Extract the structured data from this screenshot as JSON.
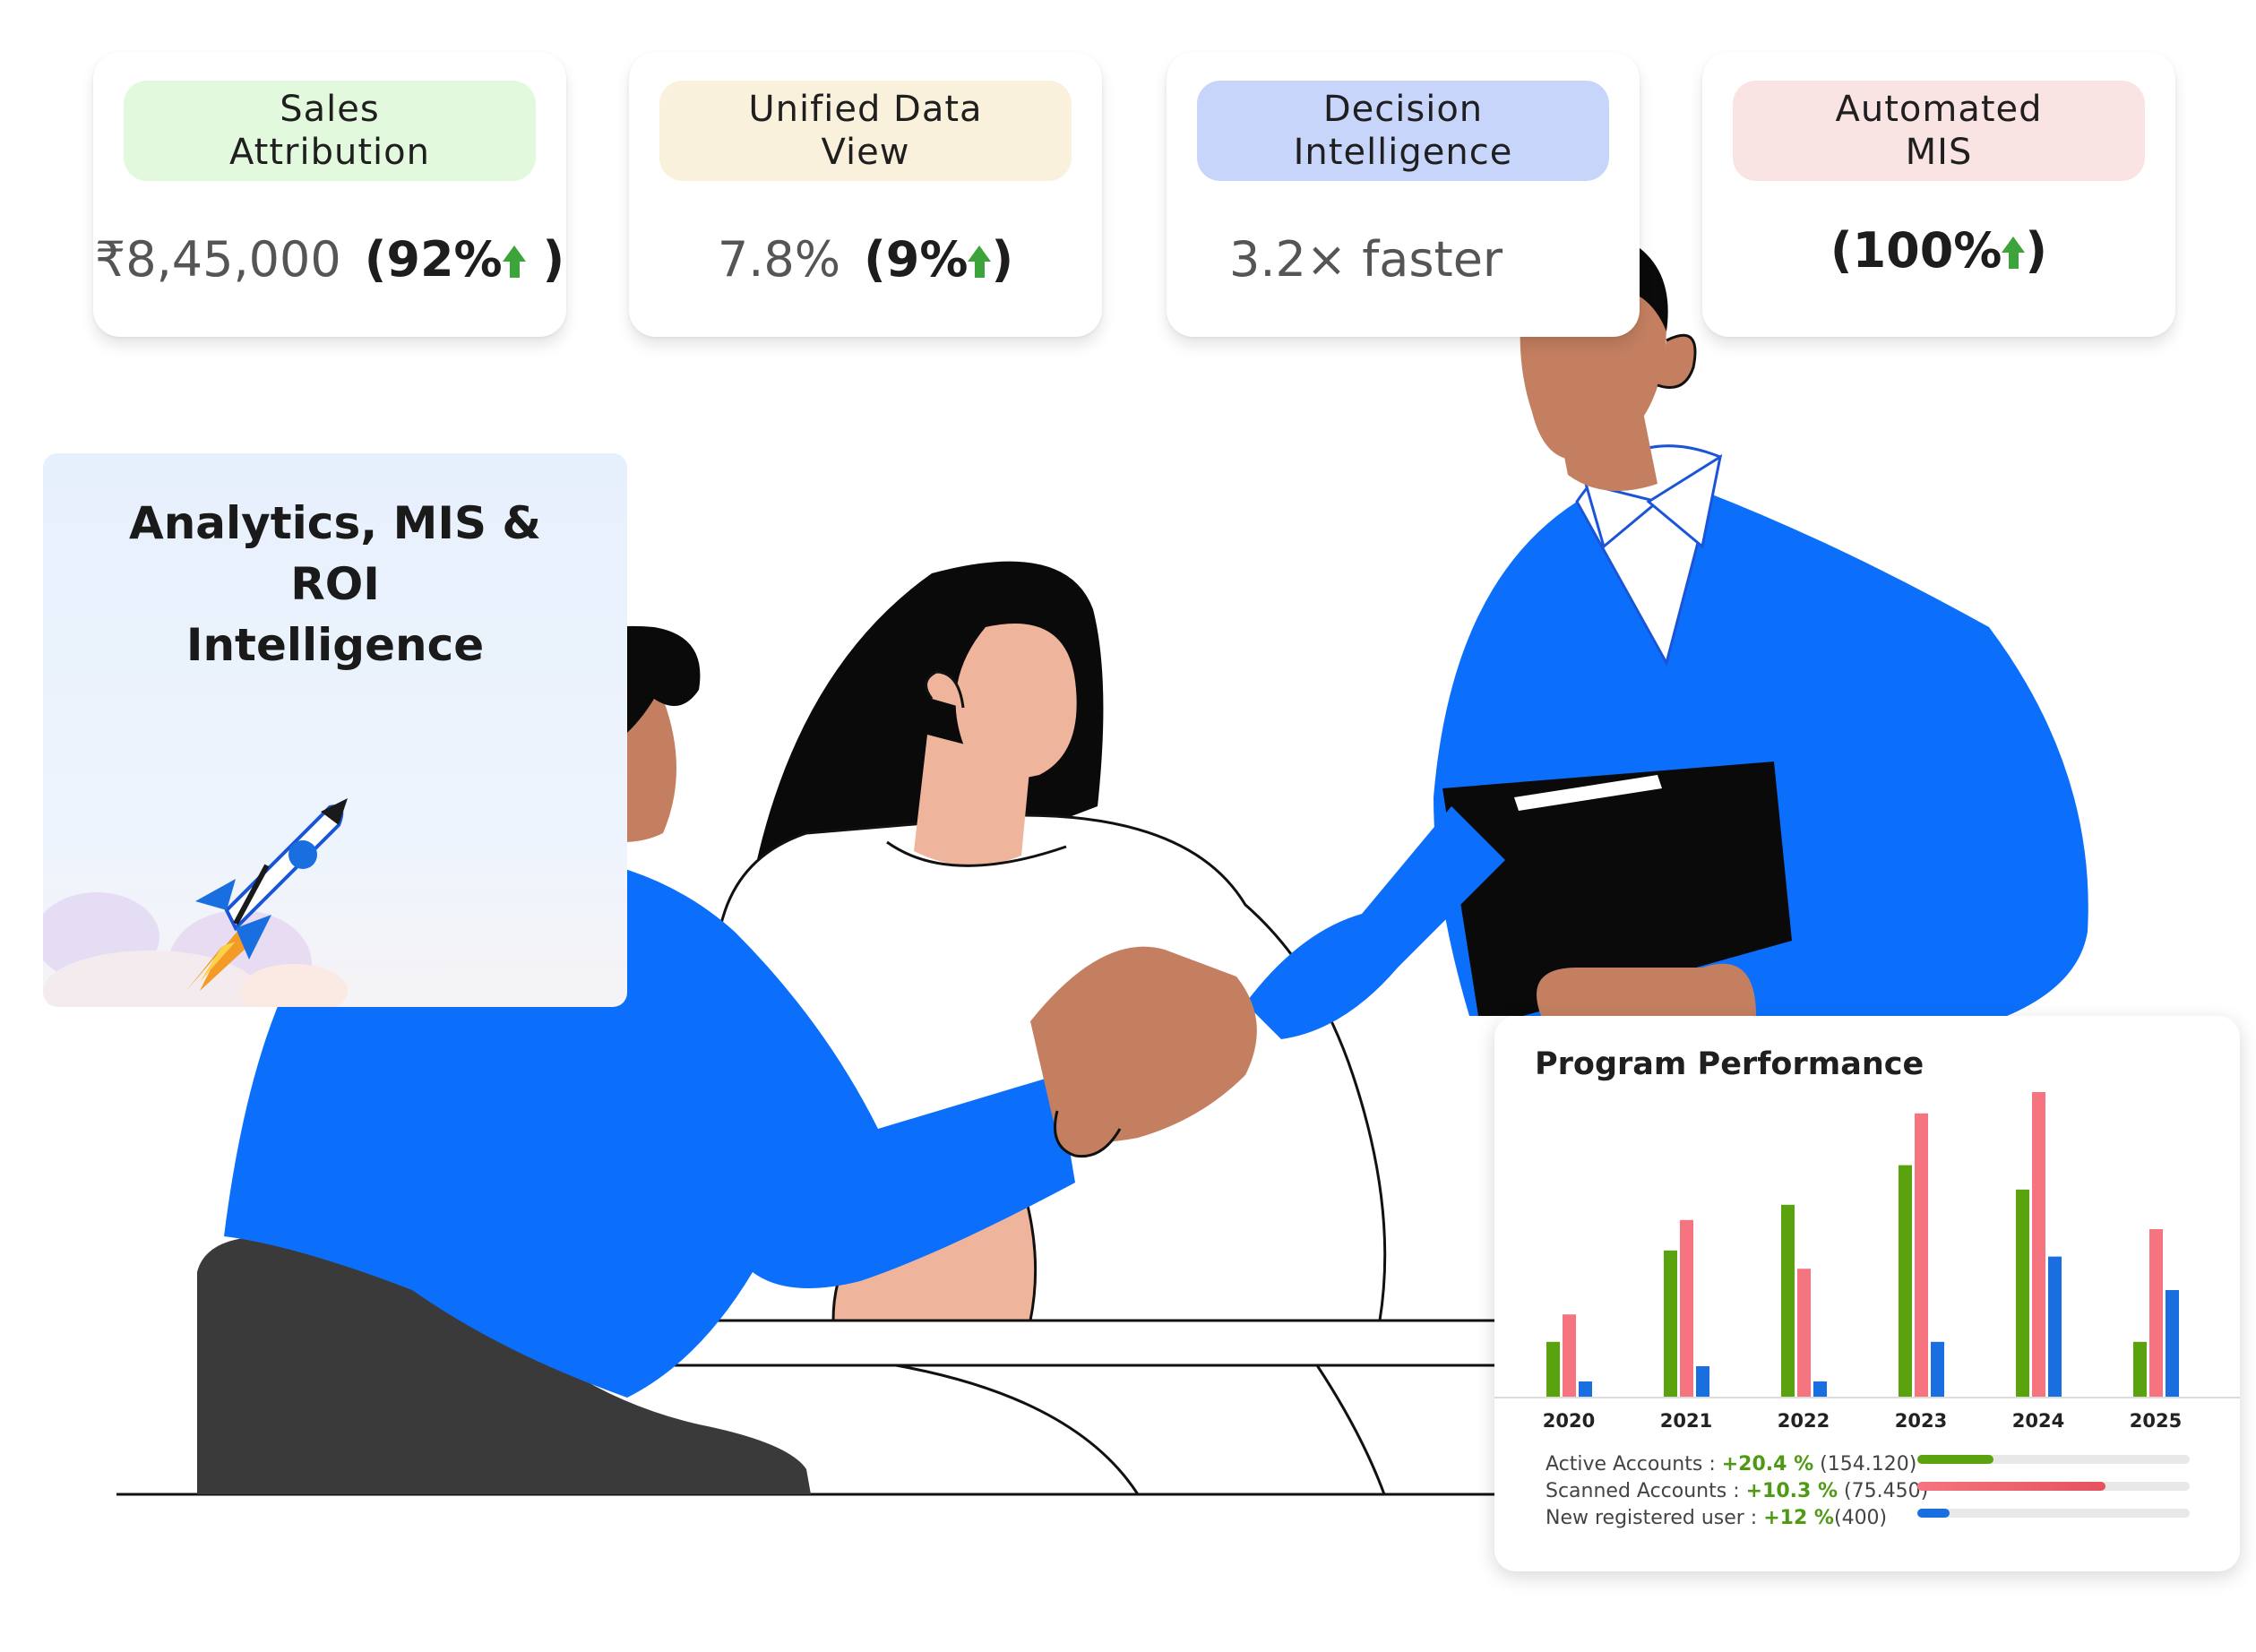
{
  "kpis": [
    {
      "title": "Sales\nAttribution",
      "value": "₹8,45,000",
      "change": "(92%",
      "close": " )",
      "color": "#e3f9dd"
    },
    {
      "title": "Unified Data\nView",
      "value": "7.8%",
      "change": "(9%",
      "close": ")",
      "color": "#f9f1dc"
    },
    {
      "title": "Decision\nIntelligence",
      "value": "3.2× faster",
      "change": "",
      "close": "",
      "color": "#c8d5fb"
    },
    {
      "title": "Automated\nMIS",
      "value": "",
      "change": "(100%",
      "close": ")",
      "color": "#fae3e3"
    }
  ],
  "analytics": {
    "title": "Analytics, MIS &\nROI\nIntelligence"
  },
  "performance": {
    "title": "Program Performance",
    "years": [
      "2020",
      "2021",
      "2022",
      "2023",
      "2024",
      "2025"
    ],
    "colors": {
      "active": "#5ba20f",
      "scanned": "#f5747f",
      "new": "#1a6fe0"
    },
    "stats": [
      {
        "label": "Active Accounts : ",
        "pct": "+20.4 %",
        "detail": " (154.120)",
        "fill": 0.28
      },
      {
        "label": "Scanned Accounts : ",
        "pct": "+10.3 %",
        "detail": " (75.450)",
        "fill": 0.69
      },
      {
        "label": "New registered user : ",
        "pct": "+12 %",
        "detail": "(400)",
        "fill": 0.12
      }
    ]
  },
  "chart_data": {
    "type": "bar",
    "title": "Program Performance",
    "categories": [
      "2020",
      "2021",
      "2022",
      "2023",
      "2024",
      "2025"
    ],
    "series": [
      {
        "name": "Active Accounts",
        "values": [
          18,
          48,
          63,
          76,
          68,
          18
        ]
      },
      {
        "name": "Scanned Accounts",
        "values": [
          27,
          58,
          42,
          93,
          100,
          55
        ]
      },
      {
        "name": "New registered user",
        "values": [
          5,
          10,
          5,
          18,
          46,
          35
        ]
      }
    ]
  }
}
